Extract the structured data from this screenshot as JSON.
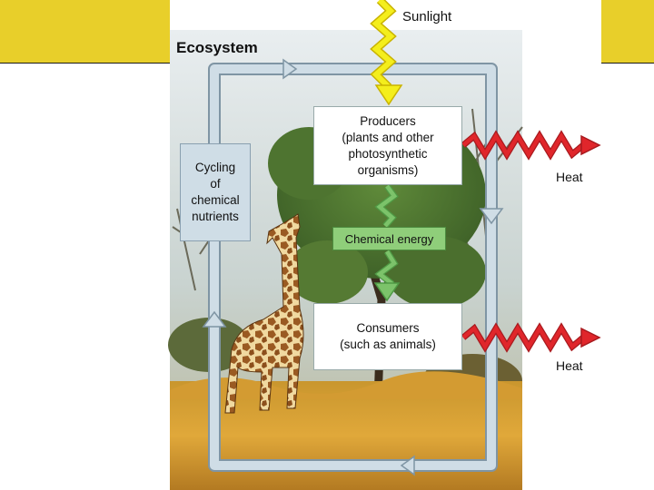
{
  "slide": {
    "accent_color": "#e8cf2a"
  },
  "diagram": {
    "title": "Ecosystem",
    "sunlight_label": "Sunlight",
    "producers_label": "Producers\n(plants and other\nphotosynthetic\norganisms)",
    "chemical_energy_label": "Chemical energy",
    "consumers_label": "Consumers\n(such as animals)",
    "cycling_label": "Cycling\nof\nchemical\nnutrients",
    "heat_labels": [
      "Heat",
      "Heat"
    ],
    "colors": {
      "sunlight_arrow": "#f4ee1c",
      "energy_arrow": "#7cc36a",
      "heat_arrow": "#e0262b",
      "nutrient_loop": "#cfdde6"
    },
    "photo": "savanna-giraffe-photo"
  }
}
